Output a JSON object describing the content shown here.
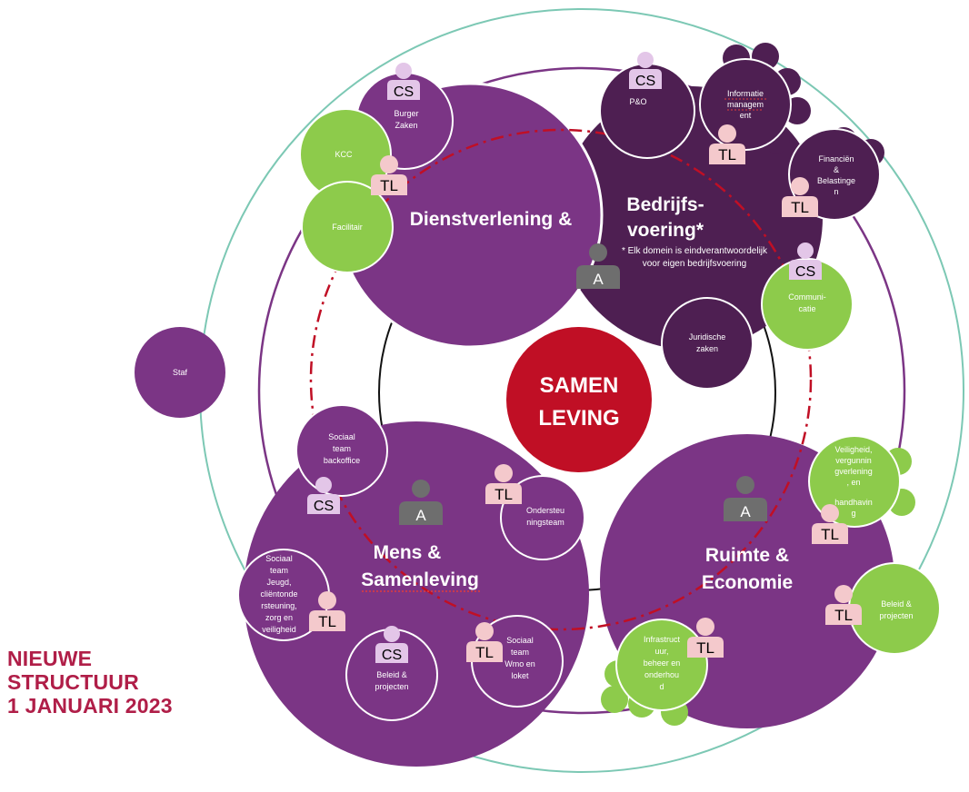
{
  "title": {
    "line1": "NIEUWE",
    "line2": "STRUCTUUR",
    "line3": "1 JANUARI 2023"
  },
  "center": {
    "line1": "SAMEN",
    "line2": "LEVING"
  },
  "domains": {
    "dienstverlening": {
      "line1": "Dienstverlening &"
    },
    "bedrijfsvoering": {
      "line1": "Bedrijfs-",
      "line2": "voering*",
      "note1": "* Elk domein is eindverantwoordelijk",
      "note2": "voor eigen bedrijfsvoering"
    },
    "mens": {
      "line1": "Mens &",
      "line2": "Samenleving"
    },
    "ruimte": {
      "line1": "Ruimte &",
      "line2": "Economie"
    }
  },
  "units": {
    "burger": {
      "line1": "Burger",
      "line2": "Zaken"
    },
    "kcc": {
      "line1": "KCC"
    },
    "facilitair": {
      "line1": "Facilitair"
    },
    "po": {
      "line1": "P&O"
    },
    "informatie": {
      "line1": "Informatie",
      "line2": "managem",
      "line3": "ent"
    },
    "financien": {
      "line1": "Financiën",
      "line2": "&",
      "line3": "Belastinge",
      "line4": "n"
    },
    "communicatie": {
      "line1": "Communi-",
      "line2": "catie"
    },
    "juridische": {
      "line1": "Juridische",
      "line2": "zaken"
    },
    "staf": {
      "line1": "Staf"
    },
    "sociaal_backoffice": {
      "line1": "Sociaal",
      "line2": "team",
      "line3": "backoffice"
    },
    "ondersteuningsteam": {
      "line1": "Ondersteu",
      "line2": "ningsteam"
    },
    "sociaal_jeugd": {
      "line1": "Sociaal",
      "line2": "team",
      "line3": "Jeugd,",
      "line4": "cliëntonde",
      "line5": "rsteuning,",
      "line6": "zorg en",
      "line7": "veiligheid"
    },
    "beleid_mens": {
      "line1": "Beleid &",
      "line2": "projecten"
    },
    "sociaal_wmo": {
      "line1": "Sociaal",
      "line2": "team",
      "line3": "Wmo en",
      "line4": "loket"
    },
    "veiligheid": {
      "line1": "Veiligheid,",
      "line2": "vergunnin",
      "line3": "gverlening",
      "line4": ", en",
      "line5": "handhavin",
      "line6": "g"
    },
    "beleid_ruimte": {
      "line1": "Beleid &",
      "line2": "projecten"
    },
    "infrastructuur": {
      "line1": "Infrastruct",
      "line2": "uur,",
      "line3": "beheer en",
      "line4": "onderhou",
      "line5": "d"
    }
  },
  "badges": {
    "cs": "CS",
    "tl": "TL",
    "a": "A"
  },
  "colors": {
    "purple": "#7b3585",
    "dark_purple": "#4e1f52",
    "green": "#8dcb4b",
    "red": "#c00f25",
    "teal": "#7cc8b4",
    "dashed": "#c00f25",
    "pink": "#f4c9cc",
    "lilac": "#e3c6e8",
    "gray_person": "#6e6e6e",
    "title": "#b01e48"
  }
}
